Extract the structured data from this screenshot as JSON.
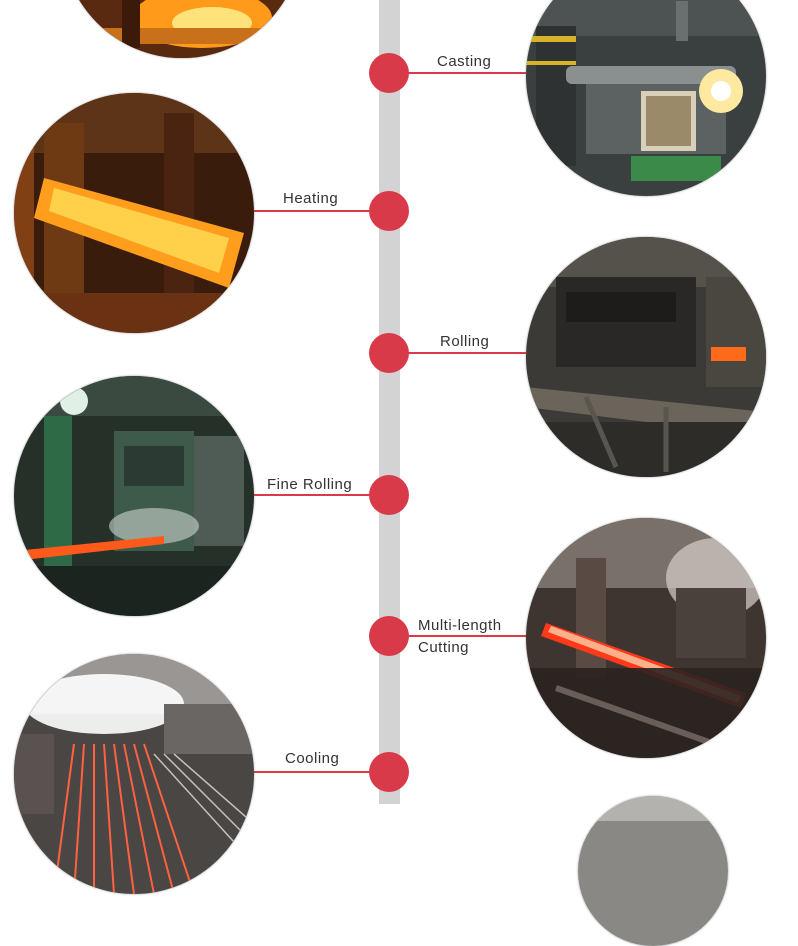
{
  "steps": [
    {
      "label": "Casting"
    },
    {
      "label": "Heating"
    },
    {
      "label": "Rolling"
    },
    {
      "label": "Fine Rolling"
    },
    {
      "label": "Multi-length\nCutting"
    },
    {
      "label": "Cooling"
    }
  ],
  "colors": {
    "accent": "#d83a4a",
    "timeline": "#d3d3d3",
    "text": "#333333"
  },
  "photos": [
    {
      "icon": "molten-steel-pour-photo"
    },
    {
      "icon": "electric-arc-furnace-photo"
    },
    {
      "icon": "red-hot-billet-heating-photo"
    },
    {
      "icon": "rolling-mill-photo"
    },
    {
      "icon": "fine-rolling-mill-photo"
    },
    {
      "icon": "hot-bar-cutting-photo"
    },
    {
      "icon": "rebar-cooling-bed-photo"
    },
    {
      "icon": "partial-next-step-photo"
    }
  ]
}
